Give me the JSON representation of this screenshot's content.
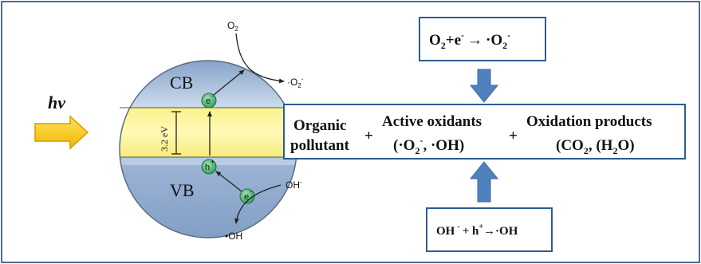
{
  "light": {
    "label": "hv"
  },
  "particle": {
    "cb": "CB",
    "vb": "VB",
    "gap": "3.2 eV",
    "electron": "e",
    "electron_sup": "-",
    "hole": "h",
    "hole_sup": "+"
  },
  "species": {
    "o2": "O",
    "o2_sub": "2",
    "superoxide_dot": "·O",
    "superoxide_sub": "2",
    "superoxide_sup": "-",
    "hydroxide": "OH",
    "hydroxide_sup": "-",
    "hydroxyl_radical": "•OH"
  },
  "reaction_top": {
    "lhs": "O",
    "lhs_sub": "2",
    "plus_e": "+e",
    "e_sup": "-",
    "arrow": "→",
    "rhs": "·O",
    "rhs_sub": "2",
    "rhs_sup": "-"
  },
  "reaction_bottom": {
    "oh": "OH",
    "oh_sup": "-",
    "plus_h": "+ h",
    "h_sup": "+",
    "arrow": "→",
    "rhs": "·OH"
  },
  "process": {
    "item1_line1": "Organic",
    "item1_line2": "pollutant",
    "plus1": "+",
    "item2_line1": "Active oxidants",
    "item2_line2_a": "(·O",
    "item2_line2_sub": "2",
    "item2_line2_sup": "-",
    "item2_line2_b": ", ·OH)",
    "plus2": "+",
    "item3_line1": "Oxidation products",
    "item3_line2_a": "(CO",
    "item3_line2_sub1": "2",
    "item3_line2_b": ", (H",
    "item3_line2_sub2": "2",
    "item3_line2_c": "O)"
  },
  "colors": {
    "frame": "#4a6c9a",
    "box_border": "#2e5d8f",
    "arrow_blue": "#4f81bd",
    "light_arrow": "#f5c400",
    "band_gap": "#fdf59a",
    "electron_fill": "#3fae6a"
  }
}
